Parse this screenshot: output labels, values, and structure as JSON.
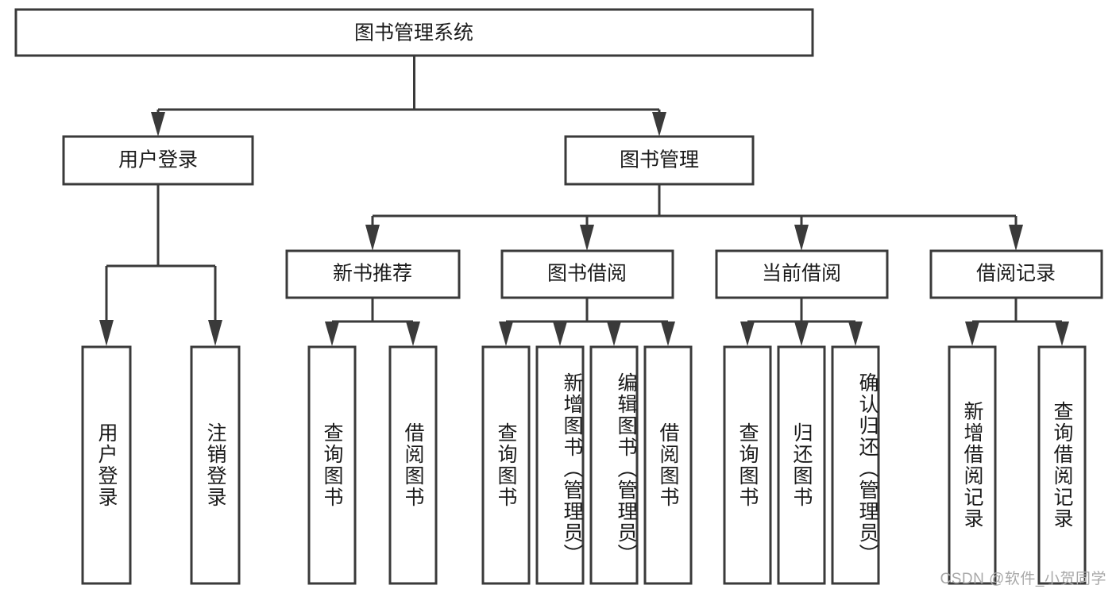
{
  "diagram": {
    "type": "tree",
    "title": "图书管理系统",
    "watermark": "CSDN @软件_小贺同学",
    "orientation": "top-down",
    "colors": {
      "stroke": "#3a3a3a",
      "fill": "#ffffff",
      "text": "#1b1b1b",
      "watermark": "#a8a8a8",
      "background": "#ffffff"
    },
    "root": {
      "label": "图书管理系统",
      "level": 1
    },
    "level2": [
      {
        "id": "user-login",
        "label": "用户登录"
      },
      {
        "id": "book-management",
        "label": "图书管理"
      }
    ],
    "level3": [
      {
        "id": "new-book-recommend",
        "label": "新书推荐",
        "parent": "book-management"
      },
      {
        "id": "book-borrow",
        "label": "图书借阅",
        "parent": "book-management"
      },
      {
        "id": "current-borrow",
        "label": "当前借阅",
        "parent": "book-management"
      },
      {
        "id": "borrow-record",
        "label": "借阅记录",
        "parent": "book-management"
      }
    ],
    "leaves": [
      {
        "id": "leaf-user-login",
        "label": "用户登录",
        "parent": "user-login"
      },
      {
        "id": "leaf-logout-login",
        "label": "注销登录",
        "parent": "user-login"
      },
      {
        "id": "leaf-query-book-1",
        "label": "查询图书",
        "parent": "new-book-recommend"
      },
      {
        "id": "leaf-borrow-book-1",
        "label": "借阅图书",
        "parent": "new-book-recommend"
      },
      {
        "id": "leaf-query-book-2",
        "label": "查询图书",
        "parent": "book-borrow"
      },
      {
        "id": "leaf-add-book",
        "label": "新增图书（管理员）",
        "parent": "book-borrow"
      },
      {
        "id": "leaf-edit-book",
        "label": "编辑图书（管理员）",
        "parent": "book-borrow"
      },
      {
        "id": "leaf-borrow-book-2",
        "label": "借阅图书",
        "parent": "book-borrow"
      },
      {
        "id": "leaf-query-book-3",
        "label": "查询图书",
        "parent": "current-borrow"
      },
      {
        "id": "leaf-return-book",
        "label": "归还图书",
        "parent": "current-borrow"
      },
      {
        "id": "leaf-confirm-return",
        "label": "确认归还（管理员）",
        "parent": "current-borrow"
      },
      {
        "id": "leaf-add-record",
        "label": "新增借阅记录",
        "parent": "borrow-record"
      },
      {
        "id": "leaf-query-record",
        "label": "查询借阅记录",
        "parent": "borrow-record"
      }
    ]
  }
}
